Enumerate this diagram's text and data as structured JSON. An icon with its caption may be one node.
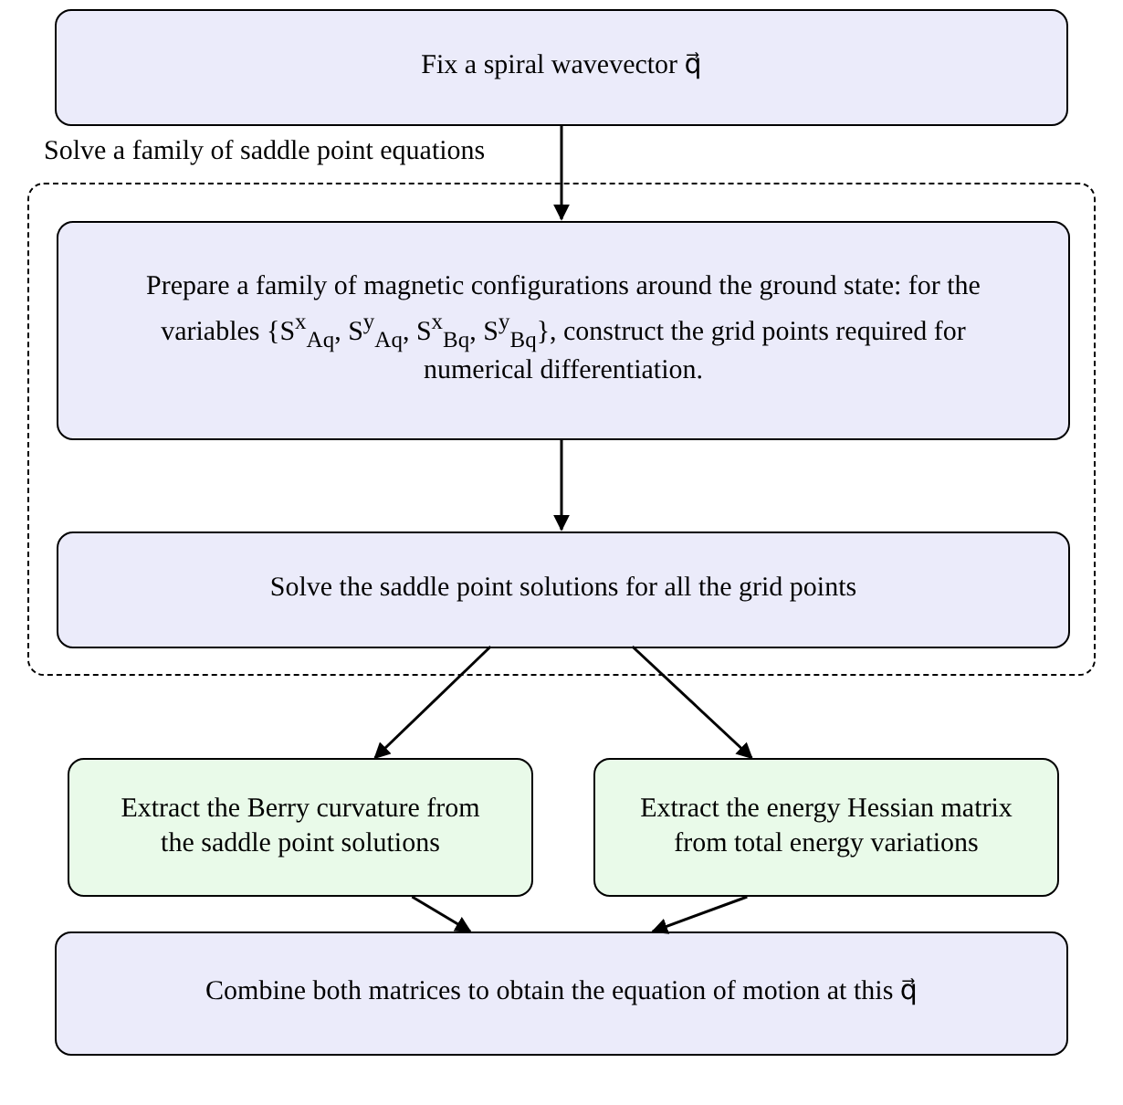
{
  "diagram": {
    "nodes": [
      {
        "text": [
          "Fix a spiral wavevector q⃗"
        ]
      },
      {
        "text": [
          "Solve a family of saddle point equations"
        ]
      },
      {
        "text": [
          "Prepare a family of magnetic configurations around the ground state: for the variables {S$^{x}$$_{Aq}$, S$^{y}$$_{Aq}$, S$^{x}$$_{Bq}$, S$^{y}$$_{Bq}$}, construct the grid points required for numerical differentiation."
        ],
        "in": 1
      },
      {
        "text": [
          "Solve the saddle point solutions for all the grid points"
        ],
        "in": 1
      },
      {
        "text": [
          "Extract the Berry curvature from the saddle point solutions"
        ]
      },
      {
        "text": [
          "Extract the energy Hessian matrix from total energy variations"
        ]
      },
      {
        "text": [
          "Combine both matrices to obtain the equation of motion at this q⃗"
        ]
      }
    ],
    "edges": [
      {
        "from": 0,
        "to": 2,
        "arrow": "to"
      },
      {
        "from": 2,
        "to": 3,
        "arrow": "to"
      },
      {
        "from": 3,
        "to": 4,
        "arrow": "to"
      },
      {
        "from": 3,
        "to": 5,
        "arrow": "to"
      },
      {
        "from": 4,
        "to": 6,
        "arrow": "to"
      },
      {
        "from": 5,
        "to": 6,
        "arrow": "to"
      }
    ]
  }
}
